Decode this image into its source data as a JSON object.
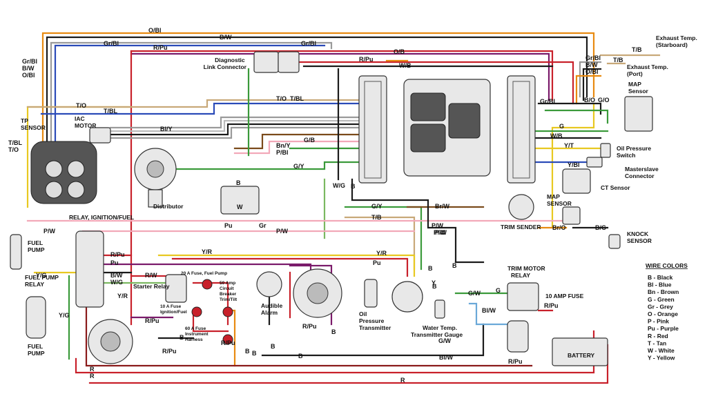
{
  "colors": {
    "black": "#1a1a1a",
    "red": "#c8202a",
    "darkred": "#8a1a1a",
    "yellow": "#e8c820",
    "orange": "#e88a10",
    "purple": "#7a1a6a",
    "pink": "#f2a8b8",
    "green": "#3a9a3a",
    "blue": "#2a4ab8",
    "grey": "#9a9a9a",
    "tan": "#c8a878",
    "white": "#f4f4f4",
    "brown": "#7a4a1a",
    "lightblue": "#6aa8d8"
  },
  "components": {
    "diagnostic_connector": "Diagnostic\nLink Connector",
    "exhaust_starboard": "Exhaust Temp.\n(Starboard)",
    "exhaust_port": "Exhaust Temp.\n(Port)",
    "map_sensor_top": "MAP\nSensor",
    "oil_pressure_switch": "Oil Pressure\nSwitch",
    "masterslave": "Masterslave\nConnector",
    "ct_sensor": "CT Sensor",
    "map_sensor": "MAP\nSENSOR",
    "knock_sensor": "KNOCK\nSENSOR",
    "tp_sensor": "TP\nSENSOR",
    "iac_motor": "IAC\nMOTOR",
    "distributor": "Distributor",
    "relay_ignition": "RELAY, IGNITION/FUEL",
    "fuel_pump_1": "FUEL\nPUMP",
    "fuel_pump_relay": "FUEL PUMP\nRELAY",
    "fuel_pump_2": "FUEL\nPUMP",
    "starter_relay": "Starter Relay",
    "fuse_20": "20 A Fuse, Fuel Pump",
    "fuse_10": "10 A Fuse\nIgnition/Fuel",
    "fuse_50": "50 Amp\nCircuit\nBreaker\nTrim/Tilt",
    "fuse_60": "60 A Fuse\nInstrument\nHarness",
    "audible_alarm": "Audible\nAlarm",
    "oil_pressure_transmitter": "Oil\nPressure\nTransmitter",
    "water_temp": "Water Temp.\nTransmitter Gauge",
    "trim_sender": "TRIM SENDER",
    "trim_motor_relay": "TRIM MOTOR\nRELAY",
    "fuse_10amp": "10 AMP FUSE",
    "battery": "BATTERY"
  },
  "wire_labels": [
    "O/Bl",
    "B/W",
    "Gr/Bl",
    "R/Pu",
    "Gr/Bl",
    "Gr/Bl",
    "B/W",
    "O/Bl",
    "R/Pu",
    "O/B",
    "W/B",
    "T/B",
    "T/B",
    "Gr/Bl",
    "B/W",
    "O/Bl",
    "B/O",
    "G/O",
    "Gr/Bl",
    "G",
    "W/B",
    "Y/T",
    "Y/Bl",
    "T/O",
    "T/BL",
    "T/O",
    "T/BL",
    "T/BL",
    "T/O",
    "Bl/Y",
    "Bn/Y",
    "P/Bl",
    "G/B",
    "G/Y",
    "W/G",
    "B",
    "G/Y",
    "T/B",
    "Br/W",
    "P/W",
    "P/W",
    "Br/O",
    "B/G",
    "B",
    "W",
    "Pu",
    "Gr",
    "P/W",
    "P/W",
    "Y/R",
    "Y/R",
    "Y/G",
    "Y/G",
    "R/Pu",
    "Pu",
    "B/W",
    "W/G",
    "Y/R",
    "R/W",
    "R/Pu",
    "R/Pu",
    "R/Pu",
    "R",
    "B",
    "B",
    "B",
    "B",
    "B",
    "B",
    "Pu",
    "B",
    "G/W",
    "G",
    "Bl/W",
    "R/Pu",
    "R/Pu",
    "G/W",
    "Bl/W",
    "R/Pu",
    "R",
    "Y",
    "B",
    "B",
    "P/W",
    "R"
  ],
  "legend": {
    "title": "WIRE COLORS",
    "items": [
      "B - Black",
      "Bl - Blue",
      "Bn - Brown",
      "G - Green",
      "Gr - Grey",
      "O - Orange",
      "P - Pink",
      "Pu - Purple",
      "R - Red",
      "T - Tan",
      "W - White",
      "Y - Yellow"
    ]
  }
}
